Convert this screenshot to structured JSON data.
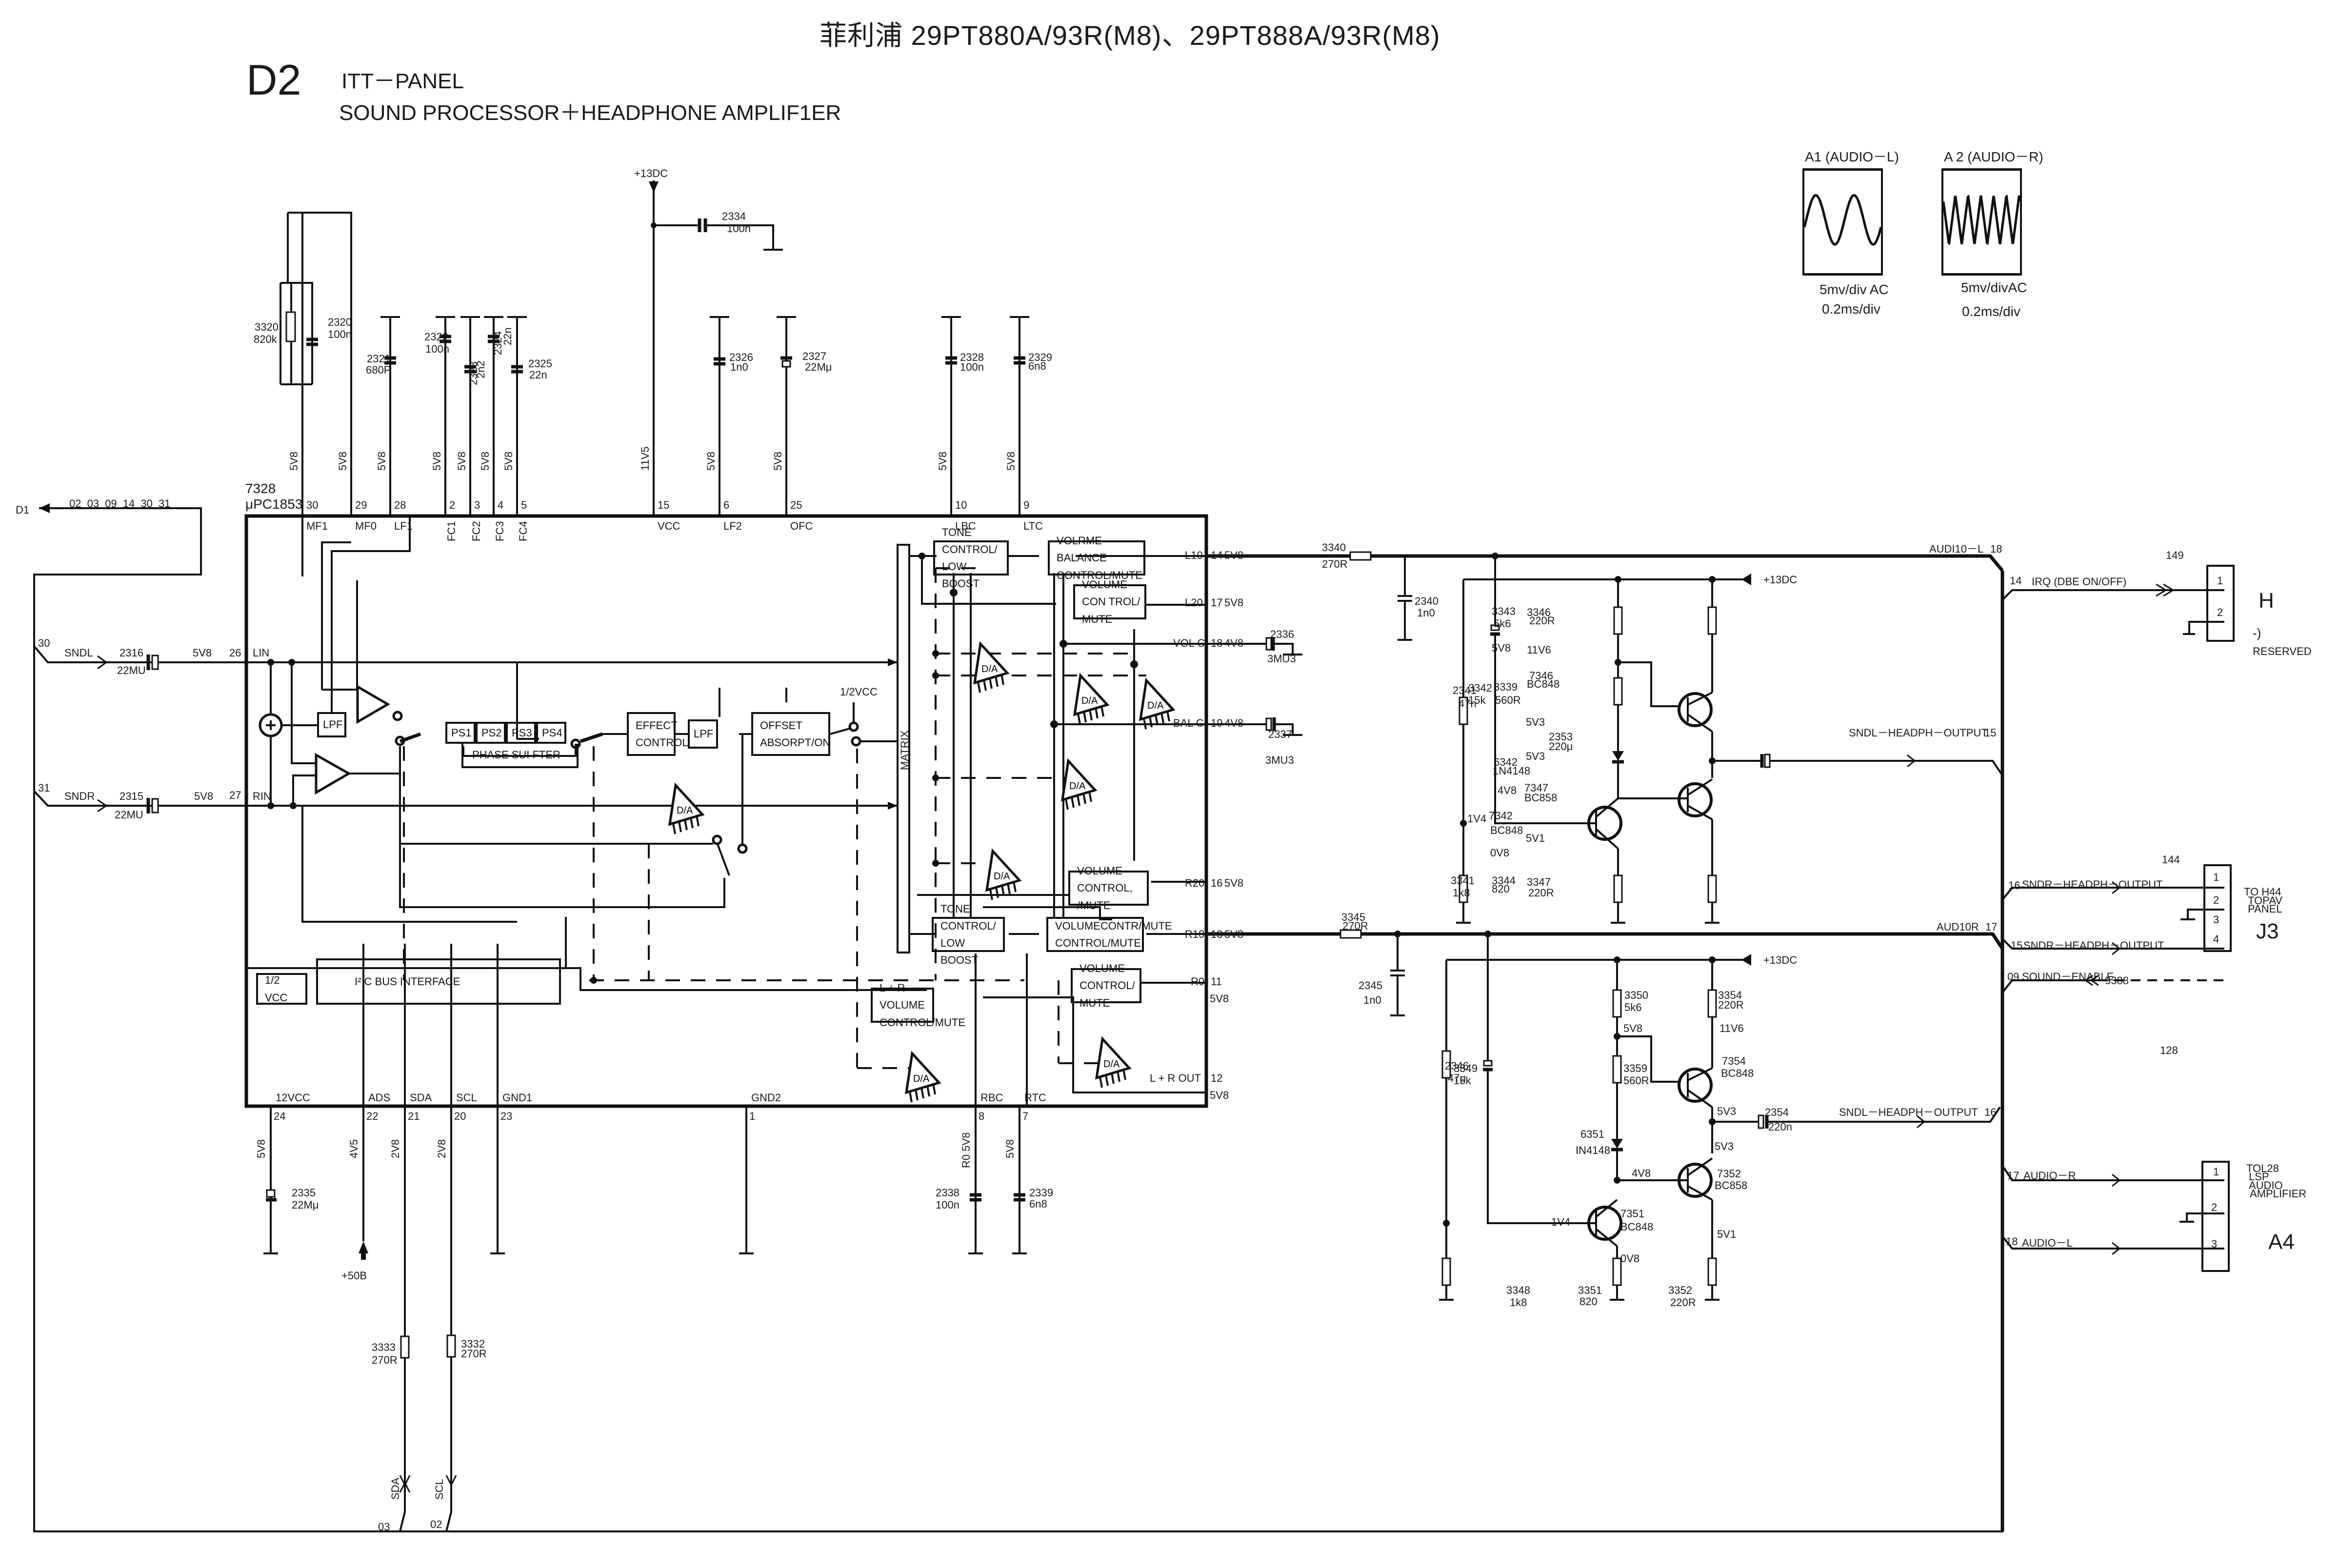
{
  "header": {
    "title": "菲利浦 29PT880A/93R(M8)、29PT888A/93R(M8)",
    "section_code": "D2",
    "panel_name": "ITT－PANEL",
    "subtitle": "SOUND PROCESSOR＋HEADPHONE AMPLIF1ER"
  },
  "scopes": [
    {
      "id": "A1",
      "label": "A1 (AUDIO－L)",
      "waveform": "sine",
      "cycles_shown": 2,
      "volts_per_div": "5mv/div AC",
      "time_per_div": "0.2ms/div"
    },
    {
      "id": "A2",
      "label": "A 2 (AUDIO－R)",
      "waveform": "triangle",
      "cycles_shown": 6,
      "volts_per_div": "5mv/divAC",
      "time_per_div": "0.2ms/div"
    }
  ],
  "ic": {
    "ref": "7328",
    "part": "μPC1853",
    "top_pins": [
      {
        "num": "30",
        "name": "MF1",
        "volt": "5V8"
      },
      {
        "num": "29",
        "name": "MF0",
        "volt": "5V8"
      },
      {
        "num": "28",
        "name": "LF1",
        "volt": "5V8"
      },
      {
        "num": "2",
        "name": "FC1",
        "volt": "5V8"
      },
      {
        "num": "3",
        "name": "FC2",
        "volt": "5V8"
      },
      {
        "num": "4",
        "name": "FC3",
        "volt": "5V8"
      },
      {
        "num": "5",
        "name": "FC4",
        "volt": "5V8"
      },
      {
        "num": "15",
        "name": "VCC",
        "volt": "11V5"
      },
      {
        "num": "6",
        "name": "LF2",
        "volt": "5V8"
      },
      {
        "num": "25",
        "name": "OFC",
        "volt": "5V8"
      },
      {
        "num": "10",
        "name": "LBC",
        "volt": "5V8"
      },
      {
        "num": "9",
        "name": "LTC",
        "volt": "5V8"
      }
    ],
    "bottom_pins": [
      {
        "num": "24",
        "name": "12VCC",
        "volt": "5V8"
      },
      {
        "num": "22",
        "name": "ADS",
        "volt": "4V5"
      },
      {
        "num": "21",
        "name": "SDA",
        "volt": "2V8"
      },
      {
        "num": "20",
        "name": "SCL",
        "volt": "2V8"
      },
      {
        "num": "23",
        "name": "GND1",
        "volt": ""
      },
      {
        "num": "1",
        "name": "GND2",
        "volt": ""
      },
      {
        "num": "8",
        "name": "RBC",
        "volt": "R0 5V8"
      },
      {
        "num": "7",
        "name": "RTC",
        "volt": "5V8"
      }
    ],
    "left_pins": [
      {
        "num": "26",
        "name": "LIN",
        "volt": "5V8"
      },
      {
        "num": "27",
        "name": "RIN",
        "volt": "5V8"
      }
    ],
    "right_pins": [
      {
        "num": "14",
        "name": "L10",
        "volt": "5V8"
      },
      {
        "num": "17",
        "name": "L20",
        "volt": "5V8"
      },
      {
        "num": "18",
        "name": "VOL C",
        "volt": "4V8"
      },
      {
        "num": "19",
        "name": "BAL C",
        "volt": "4V8"
      },
      {
        "num": "16",
        "name": "R20",
        "volt": "5V8"
      },
      {
        "num": "13",
        "name": "R10",
        "volt": "5V8"
      },
      {
        "num": "11",
        "name": "R0",
        "volt": "5V8"
      },
      {
        "num": "12",
        "name": "L + R OUT",
        "volt": "5V8"
      }
    ],
    "blocks": {
      "lpf1": "LPF",
      "ps1": "PS1",
      "ps2": "PS2",
      "ps3": "PS3",
      "ps4": "PS4",
      "phase_shifter": "PHASE SUI FTER",
      "effect_control": [
        "EFFECT",
        "CONTROL"
      ],
      "lpf2": "LPF",
      "offset_absorption": [
        "OFFSET",
        "ABSORPT/ON"
      ],
      "half_vcc": "1/2VCC",
      "matrix": "MATRIX",
      "tone_l": [
        "TONE CONTROL/",
        "LOW BOOST"
      ],
      "vol_bal_l": [
        "VOLRME BALANCE",
        "CONTROL/MUTE"
      ],
      "vol_l20": [
        "VOLUME CON TROL/",
        "MUTE"
      ],
      "vol_r20": [
        "VOLUME CONTROL,",
        "/MUTE"
      ],
      "tone_r": [
        "TONE CONTROL/",
        "LOW BOOST"
      ],
      "vol_r10": [
        "VOLUMECONTR/MUTE",
        "CONTROL/MUTE"
      ],
      "vol_r0": [
        "VOLUME CONTROL/",
        "MUTE"
      ],
      "lr_volume": [
        "L + R VOLUME",
        "CONTROL/MUTE"
      ],
      "half_vcc_box": "1/2 VCC",
      "i2c": "I² C BUS INTERFACE",
      "da": "D/A"
    }
  },
  "components": {
    "r3320": {
      "ref": "3320",
      "value": "820k"
    },
    "c2320": {
      "ref": "2320",
      "value": "100n"
    },
    "c2321": {
      "ref": "2321",
      "value": "680P"
    },
    "c2322": {
      "ref": "2322",
      "value": "100n"
    },
    "c2323": {
      "ref": "2323",
      "value": "2n2"
    },
    "c2324": {
      "ref": "2324",
      "value": "22n"
    },
    "c2325": {
      "ref": "2325",
      "value": "22n"
    },
    "c2326": {
      "ref": "2326",
      "value": "1n0"
    },
    "c2327": {
      "ref": "2327",
      "value": "22Mμ"
    },
    "c2328": {
      "ref": "2328",
      "value": "100n"
    },
    "c2329": {
      "ref": "2329",
      "value": "6n8"
    },
    "c2334": {
      "ref": "2334",
      "value": "100n"
    },
    "c2316": {
      "ref": "2316",
      "value": "22MU"
    },
    "c2315": {
      "ref": "2315",
      "value": "22MU"
    },
    "c2336": {
      "ref": "2336",
      "value": "3MU3"
    },
    "c2337": {
      "ref": "2337",
      "value": "3MU3"
    },
    "c2335": {
      "ref": "2335",
      "value": "22Mμ"
    },
    "c2338": {
      "ref": "2338",
      "value": "100n"
    },
    "c2339": {
      "ref": "2339",
      "value": "6n8"
    },
    "r3333": {
      "ref": "3333",
      "value": "270R"
    },
    "r3332": {
      "ref": "3332",
      "value": "270R"
    },
    "r3340": {
      "ref": "3340",
      "value": "270R"
    },
    "c2340": {
      "ref": "2340",
      "value": "1n0"
    },
    "c2341": {
      "ref": "2341",
      "value": "47n"
    },
    "r3342": {
      "ref": "3342",
      "value": "15k"
    },
    "r3343": {
      "ref": "3343",
      "value": "5k6"
    },
    "r3339": {
      "ref": "3339",
      "value": "560R"
    },
    "r3346": {
      "ref": "3346",
      "value": "220R"
    },
    "q7346": {
      "ref": "7346",
      "value": "BC848"
    },
    "d6342": {
      "ref": "6342",
      "value": "1N4148"
    },
    "q7347": {
      "ref": "7347",
      "value": "BC858"
    },
    "q7342": {
      "ref": "7342",
      "value": "BC848"
    },
    "r3341": {
      "ref": "3341",
      "value": "1k8"
    },
    "r3344": {
      "ref": "3344",
      "value": "820"
    },
    "r3347": {
      "ref": "3347",
      "value": "220R"
    },
    "c2353": {
      "ref": "2353",
      "value": "220μ"
    },
    "r3345": {
      "ref": "3345",
      "value": "270R"
    },
    "c2345": {
      "ref": "2345",
      "value": "1n0"
    },
    "c2346": {
      "ref": "2346",
      "value": "47μ"
    },
    "r3349": {
      "ref": "3349",
      "value": "15k"
    },
    "r3350": {
      "ref": "3350",
      "value": "5k6"
    },
    "r3359": {
      "ref": "3359",
      "value": "560R"
    },
    "r3354": {
      "ref": "3354",
      "value": "220R"
    },
    "q7354": {
      "ref": "7354",
      "value": "BC848"
    },
    "d6351": {
      "ref": "6351",
      "value": "IN4148"
    },
    "q7352": {
      "ref": "7352",
      "value": "BC858"
    },
    "q7351": {
      "ref": "7351",
      "value": "BC848"
    },
    "r3348": {
      "ref": "3348",
      "value": "1k8"
    },
    "r3351": {
      "ref": "3351",
      "value": "820"
    },
    "r3352": {
      "ref": "3352",
      "value": "220R"
    },
    "c2354": {
      "ref": "2354",
      "value": "220n"
    }
  },
  "voltages": {
    "v11v6_l": "11V6",
    "v5v8_l": "5V8",
    "v5v3a_l": "5V3",
    "v5v3b_l": "5V3",
    "v4v8_l": "4V8",
    "v1v4_l": "1V4",
    "v0v8_l": "0V8",
    "v5v1_l": "5V1",
    "v11v6_r": "11V6",
    "v5v8_r": "5V8",
    "v5v3a_r": "5V3",
    "v5v3b_r": "5V3",
    "v4v8_r": "4V8",
    "v1v4_r": "1V4",
    "v0v8_r": "0V8",
    "v5v1_r": "5V1"
  },
  "rails": {
    "p13dc_top": "+13DC",
    "p13dc_l": "+13DC",
    "p13dc_r": "+13DC",
    "p50b": "+50B"
  },
  "nets": {
    "d1": "D1",
    "d1_pins": "02  03  09  14  30  31",
    "sndl": "SNDL",
    "sndl_pin": "30",
    "sndr": "SNDR",
    "sndr_pin": "31",
    "audio_l": "AUDI10－L",
    "audio_l_pin": "18",
    "audio_r": "AUD10R",
    "audio_r_pin": "17",
    "sndl_hp_out_l": "SNDL－HEADPH－OUTPUT",
    "sndl_hp_out_l_pin": "15",
    "sndl_hp_out_r": "SNDL－HEADPH－OUTPUT",
    "sndl_hp_out_r_pin": "16",
    "sda": "SDA",
    "sda_pin": "03",
    "scl": "SCL",
    "scl_pin": "02"
  },
  "connectors": {
    "c149": {
      "ref": "149",
      "letter": "H",
      "reserved": "RESERVED",
      "pins": [
        "1",
        "2"
      ],
      "signals": [
        {
          "pin": "14",
          "name": "IRQ (DBE ON/OFF)"
        }
      ]
    },
    "c144": {
      "ref": "144",
      "letter": "J3",
      "dest": [
        "TO H44",
        "TOPAV",
        "PANEL"
      ],
      "pins": [
        "1",
        "2",
        "3",
        "4"
      ],
      "signals": [
        {
          "pin": "16",
          "name": "SNDR－HEADPH－OUTPUT"
        },
        {
          "pin": "15",
          "name": "SNDR－HEADPH－OUTPUT"
        },
        {
          "pin": "09",
          "name": "SOUND－ENABLE",
          "via": "9388"
        }
      ]
    },
    "c128": {
      "ref": "128",
      "letter": "A4",
      "dest": [
        "TOL28",
        "LSP",
        "AUDIO",
        "AMPLIFIER"
      ],
      "pins": [
        "1",
        "2",
        "3"
      ],
      "signals": [
        {
          "pin": "17",
          "name": "AUDIO－R"
        },
        {
          "pin": "18",
          "name": "AUDIO－L"
        }
      ]
    }
  }
}
